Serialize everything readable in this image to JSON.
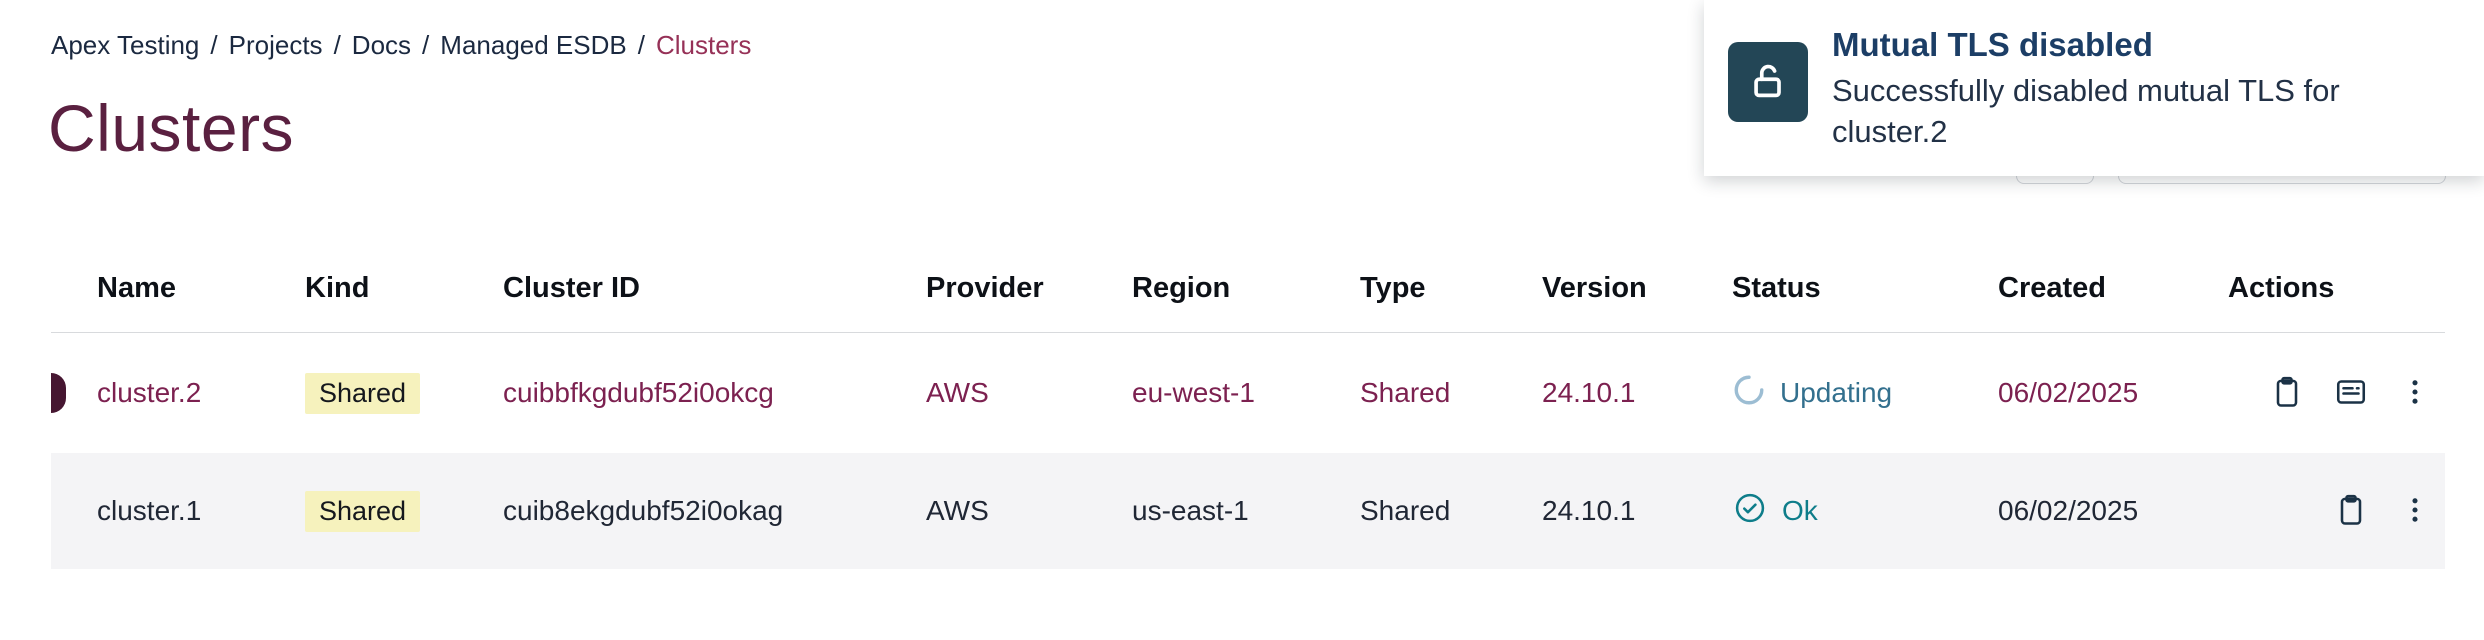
{
  "breadcrumb": {
    "separator": "/",
    "items": [
      "Apex Testing",
      "Projects",
      "Docs",
      "Managed ESDB",
      "Clusters"
    ]
  },
  "page": {
    "title": "Clusters"
  },
  "toast": {
    "title": "Mutual TLS disabled",
    "message": "Successfully disabled mutual TLS for cluster.2",
    "icon": "unlock-icon"
  },
  "toolbar": {
    "refresh_icon": "refresh-icon",
    "dropdown_icon": "chevron-down-icon"
  },
  "table": {
    "columns": [
      "Name",
      "Kind",
      "Cluster ID",
      "Provider",
      "Region",
      "Type",
      "Version",
      "Status",
      "Created",
      "Actions"
    ],
    "rows": [
      {
        "name": "cluster.2",
        "kind": "Shared",
        "cluster_id": "cuibbfkgdubf52i0okcg",
        "provider": "AWS",
        "region": "eu-west-1",
        "type": "Shared",
        "version": "24.10.1",
        "status": "Updating",
        "status_icon": "spinner-icon",
        "created": "06/02/2025",
        "action_icons": [
          "copy-icon",
          "logs-icon",
          "kebab-menu-icon"
        ],
        "highlighted": true
      },
      {
        "name": "cluster.1",
        "kind": "Shared",
        "cluster_id": "cuib8ekgdubf52i0okag",
        "provider": "AWS",
        "region": "us-east-1",
        "type": "Shared",
        "version": "24.10.1",
        "status": "Ok",
        "status_icon": "check-circle-icon",
        "created": "06/02/2025",
        "action_icons": [
          "copy-icon",
          "kebab-menu-icon"
        ],
        "highlighted": false
      }
    ]
  },
  "colors": {
    "accent": "#5a2040",
    "highlight_row_text": "#7c2150",
    "status_ok": "#0e7d8a",
    "status_updating": "#33708e",
    "badge_bg": "#f6f2bd",
    "toast_icon_bg": "#234656",
    "toast_title": "#1c3e66"
  }
}
